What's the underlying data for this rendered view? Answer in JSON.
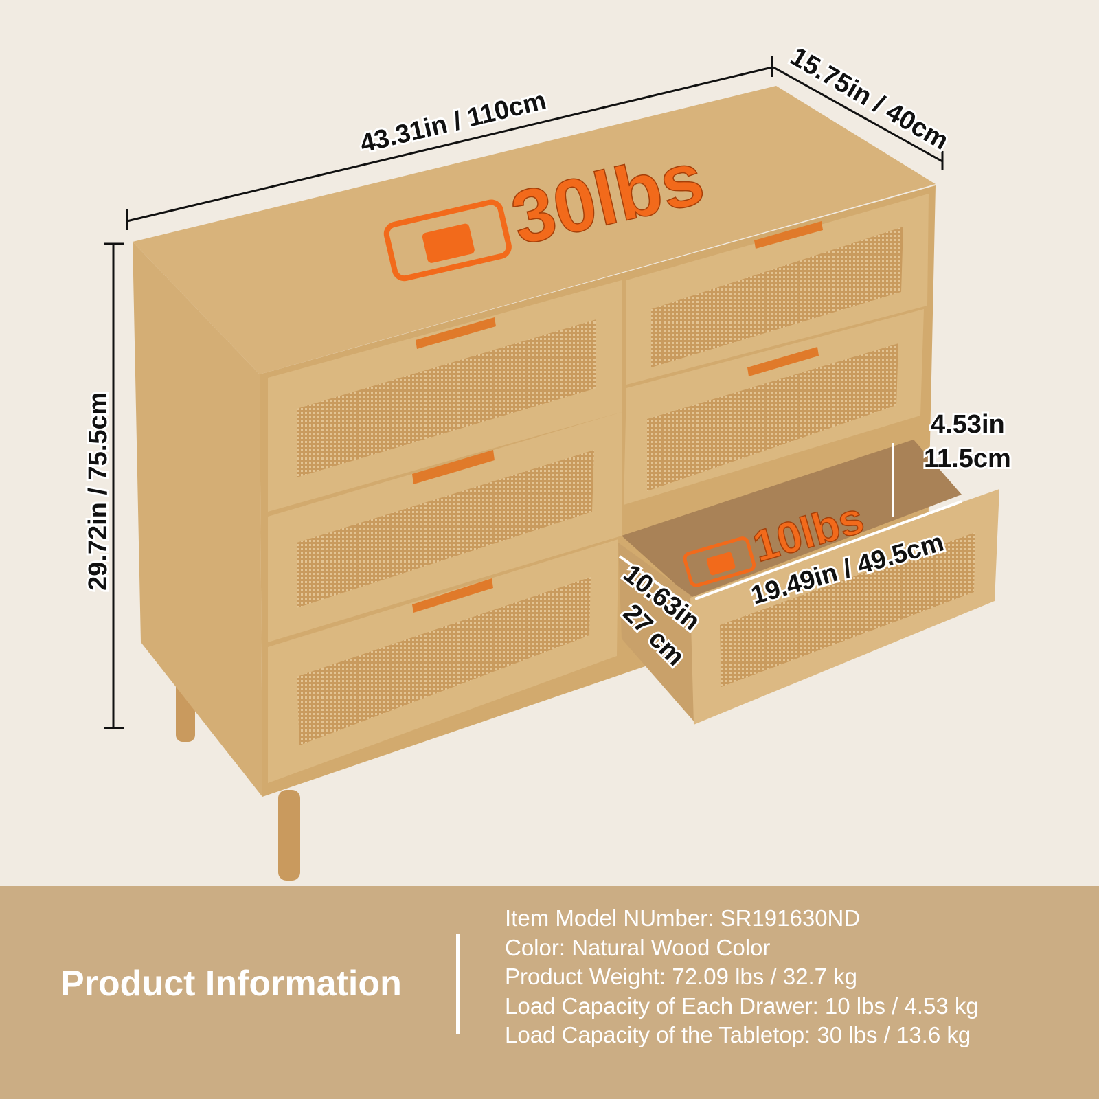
{
  "dimensions": {
    "width": "43.31in / 110cm",
    "depth": "15.75in / 40cm",
    "height": "29.72in / 75.5cm",
    "drawer_height_in": "4.53in",
    "drawer_height_cm": "11.5cm",
    "drawer_width": "19.49in / 49.5cm",
    "drawer_depth_in": "10.63in",
    "drawer_depth_cm": "27 cm"
  },
  "badges": {
    "tabletop": "30lbs",
    "drawer": "10lbs"
  },
  "info": {
    "title": "Product Information",
    "lines": [
      "Item Model NUmber: SR191630ND",
      "Color: Natural Wood Color",
      "Product Weight: 72.09 lbs / 32.7 kg",
      "Load Capacity of Each Drawer: 10 lbs / 4.53 kg",
      "Load Capacity of the Tabletop: 30 lbs / 13.6 kg"
    ]
  },
  "colors": {
    "accent": "#f26a1b",
    "band": "#cbad84",
    "wood": "#d9b27a",
    "rattan": "#c79a5e"
  }
}
